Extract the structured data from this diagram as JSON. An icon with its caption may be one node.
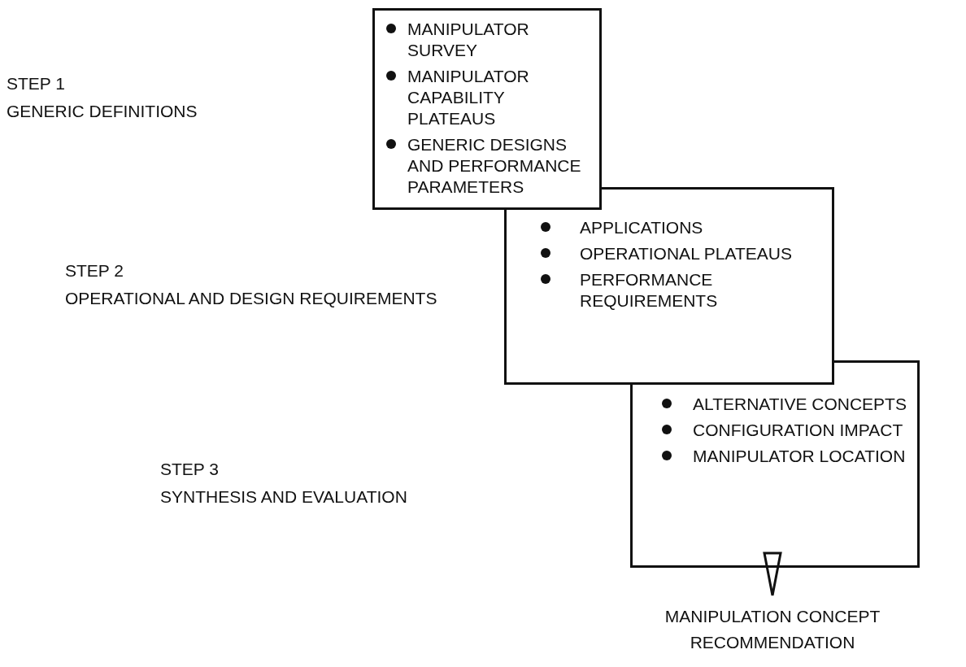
{
  "diagram": {
    "nodes": [
      {
        "text": [
          "MANIPULATOR SURVEY",
          "MANIPULATOR CAPABILITY PLATEAUS",
          "GENERIC DESIGNS AND PERFORMANCE PARAMETERS"
        ],
        "beside": [
          "STEP 1",
          "GENERIC DEFINITIONS"
        ]
      },
      {
        "text": [
          "APPLICATIONS",
          "OPERATIONAL PLATEAUS",
          "PERFORMANCE REQUIREMENTS"
        ],
        "beside": [
          "STEP 2",
          "OPERATIONAL AND DESIGN REQUIREMENTS"
        ]
      },
      {
        "text": [
          "ALTERNATIVE CONCEPTS",
          "CONFIGURATION IMPACT",
          "MANIPULATOR LOCATION"
        ],
        "beside": [
          "STEP 3",
          "SYNTHESIS AND EVALUATION"
        ]
      },
      {
        "text": [
          "MANIPULATION CONCEPT RECOMMENDATION"
        ]
      }
    ],
    "edges": [
      {
        "from": 2,
        "to": 3,
        "arrow": "to"
      }
    ]
  }
}
